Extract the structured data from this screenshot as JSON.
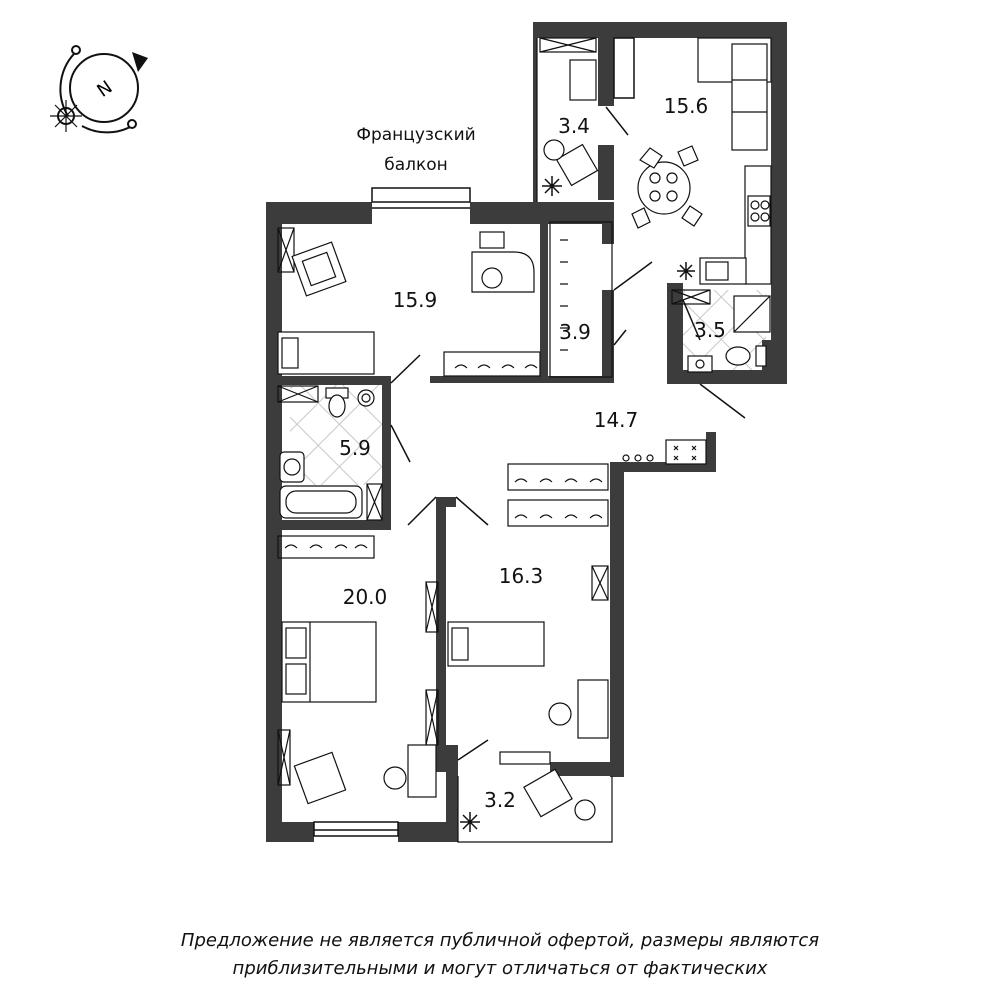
{
  "rooms": {
    "kitchen_living": "15.6",
    "loggia_top": "3.4",
    "bedroom_top": "15.9",
    "closet": "3.9",
    "wc": "3.5",
    "hall": "14.7",
    "bathroom": "5.9",
    "bedroom_left": "20.0",
    "bedroom_right": "16.3",
    "balcony_bottom": "3.2"
  },
  "labels": {
    "french_balcony_line1": "Французский",
    "french_balcony_line2": "балкон"
  },
  "compass": {
    "letter": "N"
  },
  "disclaimer": {
    "line1": "Предложение не является публичной офертой, размеры являются",
    "line2": "приблизительными и могут отличаться от фактических"
  },
  "colors": {
    "wall": "#3c3c3c",
    "tile_line": "#c8c8c8",
    "ink": "#111111"
  }
}
